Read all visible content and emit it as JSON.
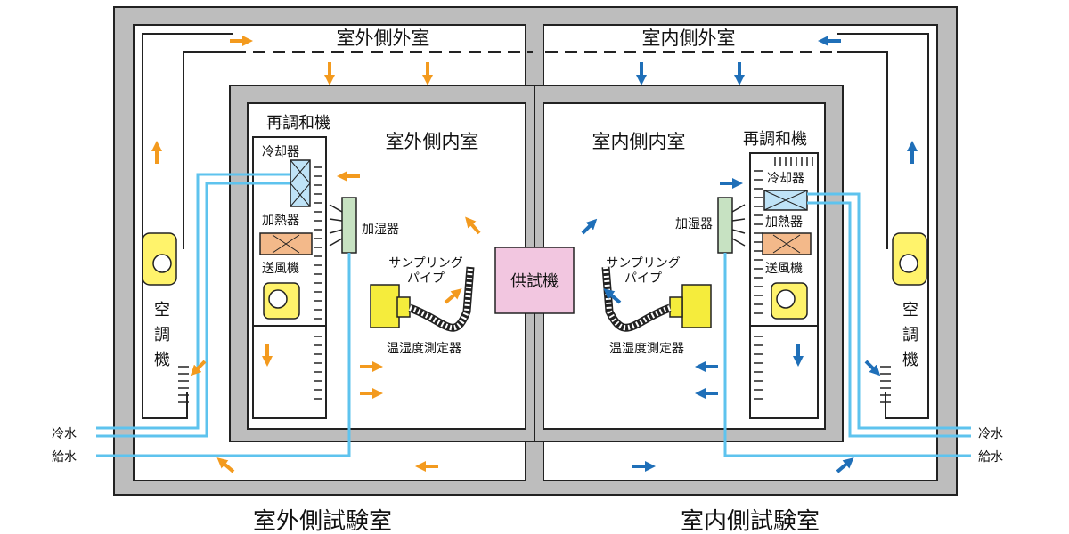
{
  "labels": {
    "outdoor_outer_room": "室外側外室",
    "indoor_outer_room": "室内側外室",
    "outdoor_inner_room": "室外側内室",
    "indoor_inner_room": "室内側内室",
    "reconditioner_left": "再調和機",
    "reconditioner_right": "再調和機",
    "cooler_left": "冷却器",
    "cooler_right": "冷却器",
    "heater_left": "加熱器",
    "heater_right": "加熱器",
    "fan_left": "送風機",
    "fan_right": "送風機",
    "humidifier_left": "加湿器",
    "humidifier_right": "加湿器",
    "air_conditioner_left": [
      "空",
      "調",
      "機"
    ],
    "air_conditioner_right": [
      "空",
      "調",
      "機"
    ],
    "sampling_pipe_left": [
      "サンプリング",
      "パイプ"
    ],
    "sampling_pipe_right": [
      "サンプリング",
      "パイプ"
    ],
    "thermo_hygrometer_left": "温湿度測定器",
    "thermo_hygrometer_right": "温湿度測定器",
    "test_unit": "供試機",
    "cold_water_left": "冷水",
    "supply_water_left": "給水",
    "cold_water_right": "冷水",
    "supply_water_right": "給水",
    "outdoor_test_room": "室外側試験室",
    "indoor_test_room": "室内側試験室"
  },
  "colors": {
    "wall": "#bdbdbd",
    "outline": "#222222",
    "orange_arrow": "#f39a1e",
    "blue_arrow": "#1f6fb8",
    "water_pipe": "#5ec3ee",
    "cooler_fill": "#bfe3f7",
    "heater_fill": "#f3b98a",
    "humidifier_fill": "#c7e2c2",
    "fan_fill": "#fff36b",
    "sensor_fill": "#f5ec3c",
    "test_unit_fill": "#f2c6e0"
  }
}
